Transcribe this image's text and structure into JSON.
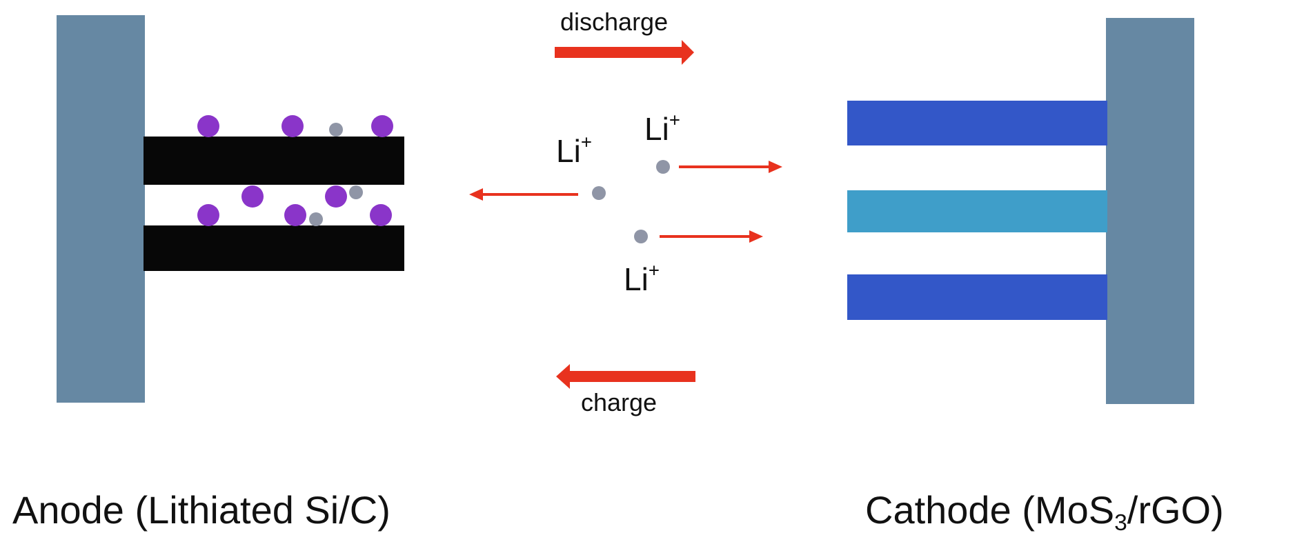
{
  "anode": {
    "label_main": "Anode (Lithiated Si/C)",
    "current_collector_color": "#6688a3",
    "layer_color": "#070707",
    "particle_color": "#8a35c9",
    "ion_color": "#8f95a6"
  },
  "cathode": {
    "label_prefix": "Cathode (MoS",
    "label_subscript": "3",
    "label_suffix": "/rGO)",
    "current_collector_color": "#6688a3",
    "layer_colors": [
      "#3357c8",
      "#3f9ec9",
      "#3357c8"
    ]
  },
  "process": {
    "discharge_label": "discharge",
    "charge_label": "charge",
    "arrow_color": "#e8321e"
  },
  "ions": [
    {
      "symbol": "Li",
      "charge": "+"
    },
    {
      "symbol": "Li",
      "charge": "+"
    },
    {
      "symbol": "Li",
      "charge": "+"
    }
  ]
}
